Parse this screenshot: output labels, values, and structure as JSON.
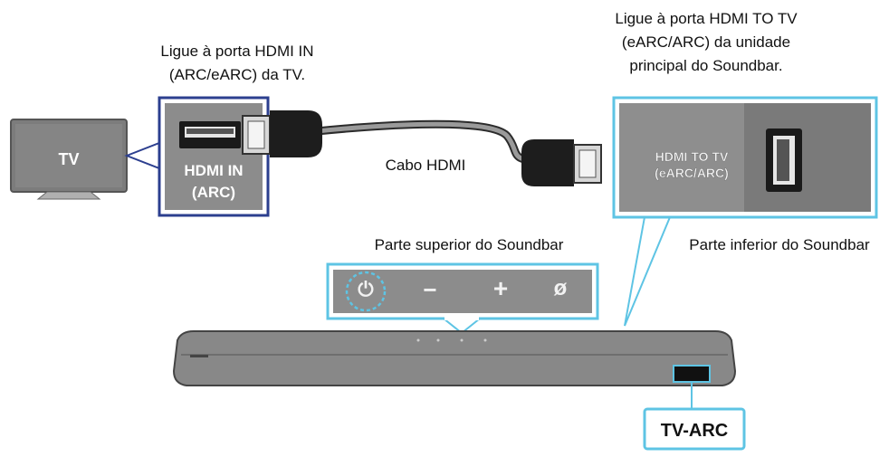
{
  "labels": {
    "hdmi_in_line1": "Ligue à porta HDMI IN",
    "hdmi_in_line2": "(ARC/eARC) da TV.",
    "hdmi_to_tv_line1": "Ligue à porta HDMI TO TV",
    "hdmi_to_tv_line2": "(eARC/ARC) da unidade",
    "hdmi_to_tv_line3": "principal do Soundbar.",
    "cable": "Cabo HDMI",
    "top_side": "Parte superior do Soundbar",
    "bottom_side": "Parte inferior do Soundbar"
  },
  "tv": {
    "label": "TV"
  },
  "tv_port": {
    "line1": "HDMI IN",
    "line2": "(ARC)"
  },
  "soundbar_port": {
    "line1": "HDMI TO TV",
    "line2": "(eARC/ARC)"
  },
  "buttons": {
    "power": "⏻",
    "volume_down": "−",
    "volume_up": "+",
    "mic_off": "ø"
  },
  "display_badge": "TV-ARC",
  "colors": {
    "tv_highlight": "#2c3f8f",
    "soundbar_highlight": "#5ec4e4",
    "panel_gray": "#8a8a8a"
  }
}
